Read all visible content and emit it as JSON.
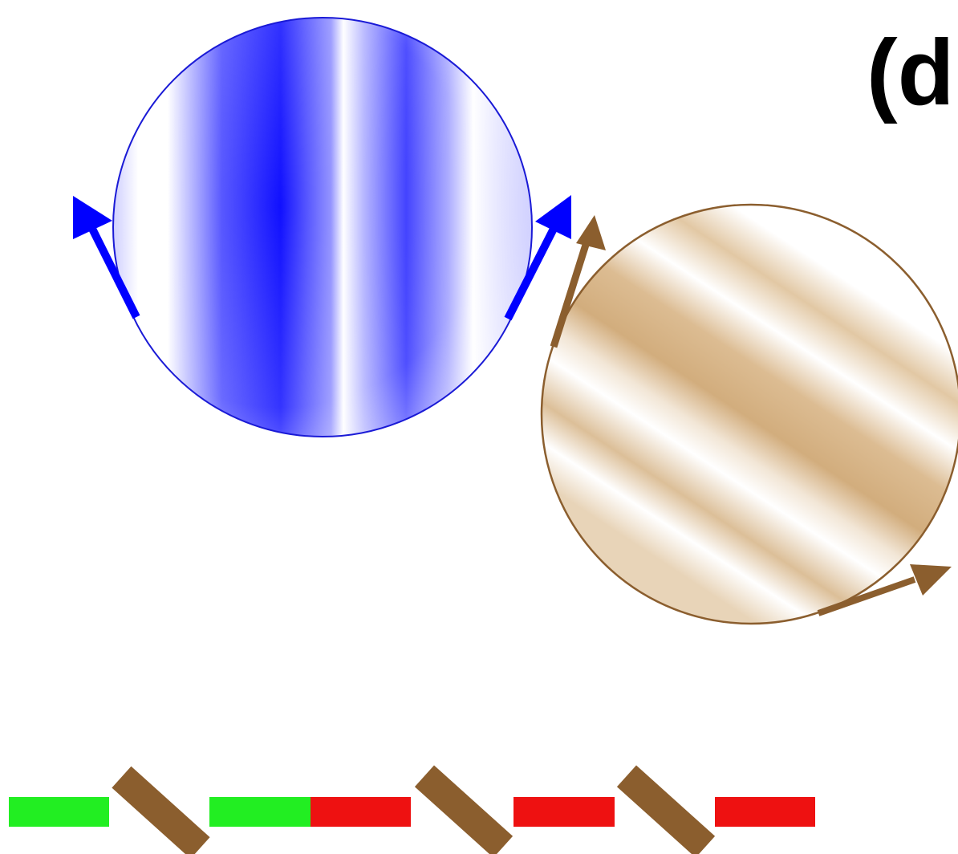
{
  "panel_label": "(d",
  "colors": {
    "blue": "#0000ff",
    "brown": "#8b5e2e",
    "green": "#22ee22",
    "red": "#ee1111",
    "tan": "#d2ad7d"
  },
  "sequence": [
    "green",
    "tilted-brown",
    "green",
    "red",
    "tilted-brown",
    "red",
    "tilted-brown",
    "red"
  ]
}
